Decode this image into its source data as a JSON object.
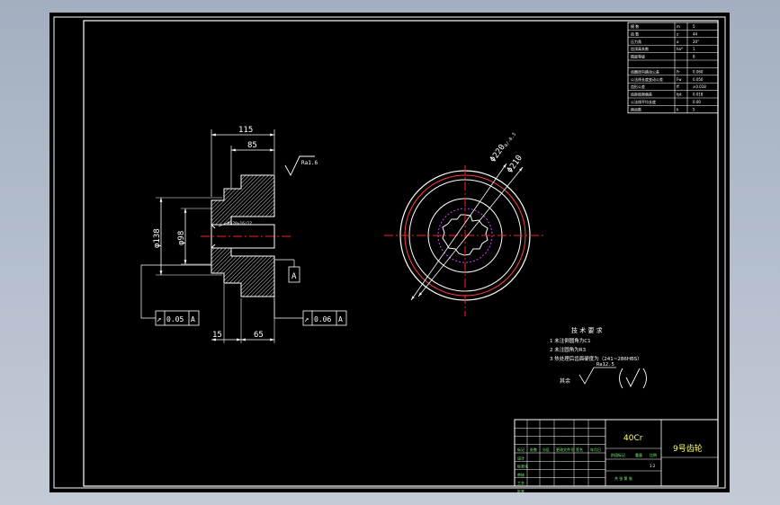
{
  "colors": {
    "part_outline": "#ffffff",
    "hatch": "#d8d8d8",
    "dimension": "#ffffff",
    "center_line": "#ff2020",
    "pitch_circle": "#ff4040",
    "spline": "#d040ff",
    "table_text": "#ffffff",
    "title_text": "#ffff66",
    "frame": "#ffffff"
  },
  "front_view": {
    "dims": {
      "overall_length": "115",
      "hub_length": "85",
      "outer_diameter": "φ138",
      "bore_diameter": "φ98",
      "flange_length": "15",
      "face_length": "65"
    },
    "surface_finish": "Ra1.6",
    "bore_note": "8×20×16/12",
    "datum": "A",
    "tolerance_left": {
      "symbol": "↗",
      "value": "0.05",
      "datum": "A"
    },
    "tolerance_right": {
      "symbol": "↗",
      "value": "0.06",
      "datum": "A"
    }
  },
  "side_view": {
    "dim_outer": "Φ220",
    "dim_outer_tol": "0/-0.3",
    "dim_inner": "Φ210"
  },
  "technical_requirements": {
    "title": "技 术 要 求",
    "items": [
      "1  未注倒圆角为C1",
      "2  未注圆角为R3",
      "3  热处理后齿面硬度为（241~286HBS）"
    ],
    "rest_label": "其余",
    "rest_finish": "Ra12.5"
  },
  "param_table": {
    "rows": [
      {
        "label": "模 数",
        "symbol": "m",
        "value": "5"
      },
      {
        "label": "齿 数",
        "symbol": "z",
        "value": "44"
      },
      {
        "label": "压力角",
        "symbol": "α",
        "value": "20°"
      },
      {
        "label": "齿顶高系数",
        "symbol": "ha*",
        "value": "1"
      },
      {
        "label": "精度等级",
        "symbol": "",
        "value": "8"
      },
      {
        "label": "",
        "symbol": "",
        "value": ""
      },
      {
        "label": "齿圈径向跳动公差",
        "symbol": "Fr",
        "value": "0.060"
      },
      {
        "label": "公法线长度变动公差",
        "symbol": "Fw",
        "value": "0.050"
      },
      {
        "label": "齿形公差",
        "symbol": "ff",
        "value": "±0.018"
      },
      {
        "label": "齿距极限偏差",
        "symbol": "fpt",
        "value": "0.018"
      },
      {
        "label": "公法线平均长度",
        "symbol": "",
        "value": "0.00"
      },
      {
        "label": "跨齿数",
        "symbol": "k",
        "value": "5"
      }
    ]
  },
  "title_block": {
    "material": "40Cr",
    "part_name": "9号齿轮",
    "scale": "1:2",
    "left_labels": [
      "标记",
      "处数",
      "分区",
      "更改文件号",
      "签名",
      "年月日",
      "设计",
      "标准化",
      "审核",
      "工艺",
      "批准"
    ],
    "right_labels": [
      "阶段标记",
      "重量",
      "比例",
      "共 张 第 张"
    ]
  }
}
